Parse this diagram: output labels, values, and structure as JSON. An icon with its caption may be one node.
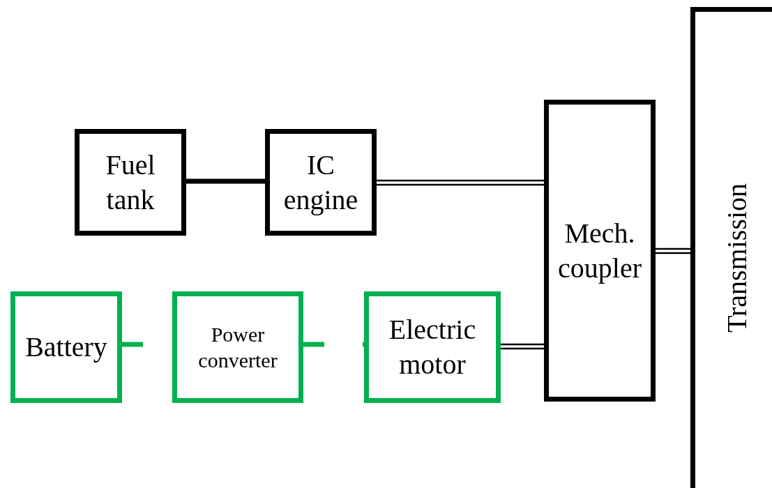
{
  "diagram": {
    "nodes": [
      {
        "text": [
          "Fuel tank"
        ]
      },
      {
        "text": [
          "IC engine"
        ]
      },
      {
        "text": [
          "Mech. coupler"
        ]
      },
      {
        "text": [
          "Transmission"
        ]
      },
      {
        "text": [
          "Battery"
        ]
      },
      {
        "text": [
          "Power converter"
        ]
      },
      {
        "text": [
          "Electric motor"
        ]
      }
    ],
    "edges": [
      {
        "from": 0,
        "to": 1,
        "arrow": "none",
        "style": "thick"
      },
      {
        "from": 1,
        "to": 2,
        "arrow": "none"
      },
      {
        "from": 6,
        "to": 2,
        "arrow": "none"
      },
      {
        "from": 2,
        "to": 3,
        "arrow": "none"
      },
      {
        "from": 4,
        "to": 5,
        "arrow": "none",
        "style": "dashed",
        "color": "#00b050"
      },
      {
        "from": 5,
        "to": 6,
        "arrow": "none",
        "style": "dashed",
        "color": "#00b050"
      }
    ]
  }
}
